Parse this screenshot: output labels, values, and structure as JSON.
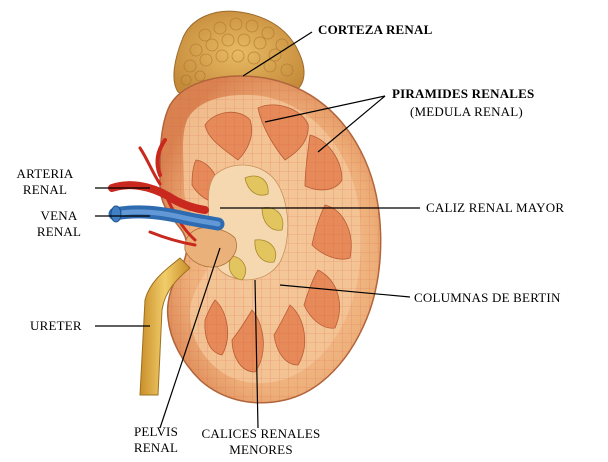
{
  "labels": {
    "corteza": "CORTEZA RENAL",
    "piramides": "PIRAMIDES RENALES",
    "medula": "(MEDULA RENAL)",
    "arteria_1": "ARTERIA",
    "arteria_2": "RENAL",
    "vena_1": "VENA",
    "vena_2": "RENAL",
    "caliz_mayor": "CALIZ RENAL MAYOR",
    "columnas": "COLUMNAS DE BERTIN",
    "ureter": "URETER",
    "pelvis_1": "PELVIS",
    "pelvis_2": "RENAL",
    "calices_1": "CALICES RENALES",
    "calices_2": "MENORES"
  },
  "colors": {
    "cortex_outer": "#e9a66a",
    "cortex_inner": "#f4c79a",
    "pyramid": "#e4895a",
    "fat_cap": "#d9a24a",
    "calyx": "#e0c560",
    "artery": "#c8281e",
    "vein": "#3f7fc4",
    "ureter": "#e6b84a",
    "leader_line": "#000000"
  }
}
